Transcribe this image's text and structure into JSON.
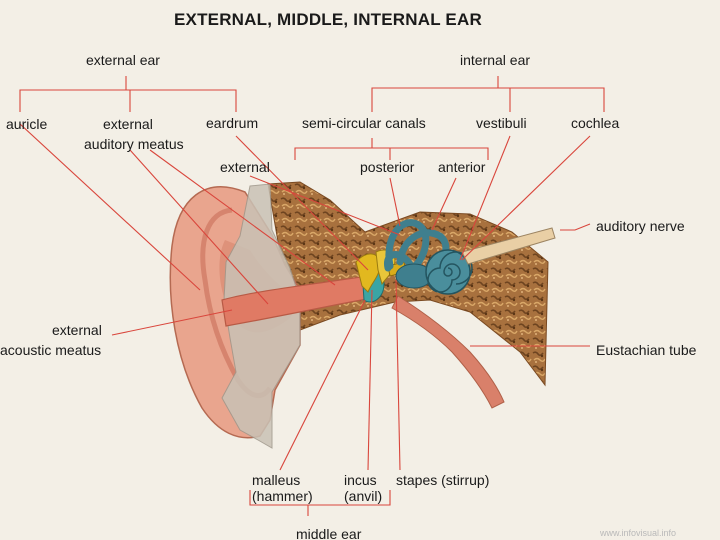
{
  "title": "EXTERNAL, MIDDLE, INTERNAL EAR",
  "groups": {
    "external_ear": "external ear",
    "internal_ear": "internal ear",
    "middle_ear": "middle ear"
  },
  "labels": {
    "auricle": "auricle",
    "external_auditory_meatus_1": "external",
    "external_auditory_meatus_2": "auditory meatus",
    "eardrum": "eardrum",
    "semicircular_canals": "semi-circular canals",
    "vestibuli": "vestibuli",
    "cochlea": "cochlea",
    "canal_external": "external",
    "canal_posterior": "posterior",
    "canal_anterior": "anterior",
    "auditory_nerve": "auditory nerve",
    "external_acoustic_meatus_1": "external",
    "external_acoustic_meatus_2": "acoustic meatus",
    "eustachian_tube": "Eustachian tube",
    "malleus_1": "malleus",
    "malleus_2": "(hammer)",
    "incus_1": "incus",
    "incus_2": "(anvil)",
    "stapes": "stapes (stirrup)"
  },
  "watermark": "www.infovisual.info",
  "colors": {
    "skin": "#e9a58e",
    "skin_dark": "#c96e58",
    "bone": "#a8713e",
    "cartilage": "#c9c2b5",
    "inner_ear": "#3f7f8e",
    "ossicles": "#e2b81f",
    "lines": "#d9463c"
  }
}
